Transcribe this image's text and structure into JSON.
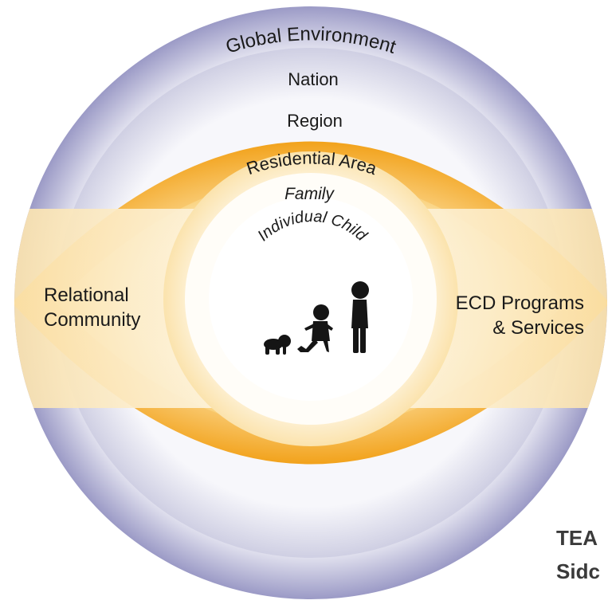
{
  "rings": [
    {
      "id": "global",
      "label": "Global Environment",
      "color": "#9d9cc8"
    },
    {
      "id": "nation",
      "label": "Nation",
      "color": "#d6d6e8"
    },
    {
      "id": "region",
      "label": "Region",
      "color": "#f1a51f"
    },
    {
      "id": "residential",
      "label": "Residential Area",
      "color": "#f8c65f"
    },
    {
      "id": "family",
      "label": "Family",
      "color": "#fbe0a2"
    },
    {
      "id": "individual",
      "label": "Individual Child",
      "color": "#ffffff"
    }
  ],
  "side_labels": {
    "left": [
      "Relational",
      "Community"
    ],
    "right": [
      "ECD Programs",
      "& Services"
    ]
  },
  "band_color": "#fdf1d6",
  "corner_text": [
    "TEA",
    "Sidc"
  ],
  "icons": [
    "crawling-baby-icon",
    "running-child-icon",
    "standing-child-icon"
  ]
}
